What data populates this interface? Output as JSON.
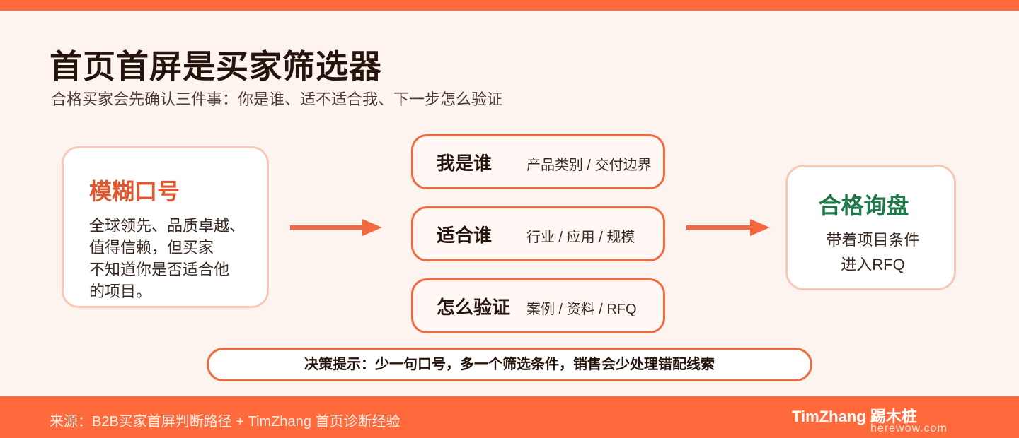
{
  "header": {
    "title": "首页首屏是买家筛选器",
    "subtitle": "合格买家会先确认三件事：你是谁、适不适合我、下一步怎么验证"
  },
  "left_card": {
    "heading": "模糊口号",
    "lines": [
      "全球领先、品质卓越、",
      "值得信赖，但买家",
      "不知道你是否适合他",
      "的项目。"
    ]
  },
  "pills": [
    {
      "label": "我是谁",
      "detail": "产品类别 / 交付边界"
    },
    {
      "label": "适合谁",
      "detail": "行业 / 应用 / 规模"
    },
    {
      "label": "怎么验证",
      "detail": "案例 / 资料 / RFQ"
    }
  ],
  "right_card": {
    "heading": "合格询盘",
    "lines": [
      "带着项目条件",
      "进入RFQ"
    ]
  },
  "tip": "决策提示：少一句口号，多一个筛选条件，销售会少处理错配线索",
  "footer": {
    "source": "来源：B2B买家首屏判断路径 + TimZhang 首页诊断经验",
    "brand": "TimZhang 踢木桩",
    "site": "herewow.com"
  },
  "colors": {
    "accent": "#ff6a3d",
    "card_heading_left": "#e0592e",
    "card_heading_right": "#1f7a4a",
    "background": "#fdf3ef"
  }
}
